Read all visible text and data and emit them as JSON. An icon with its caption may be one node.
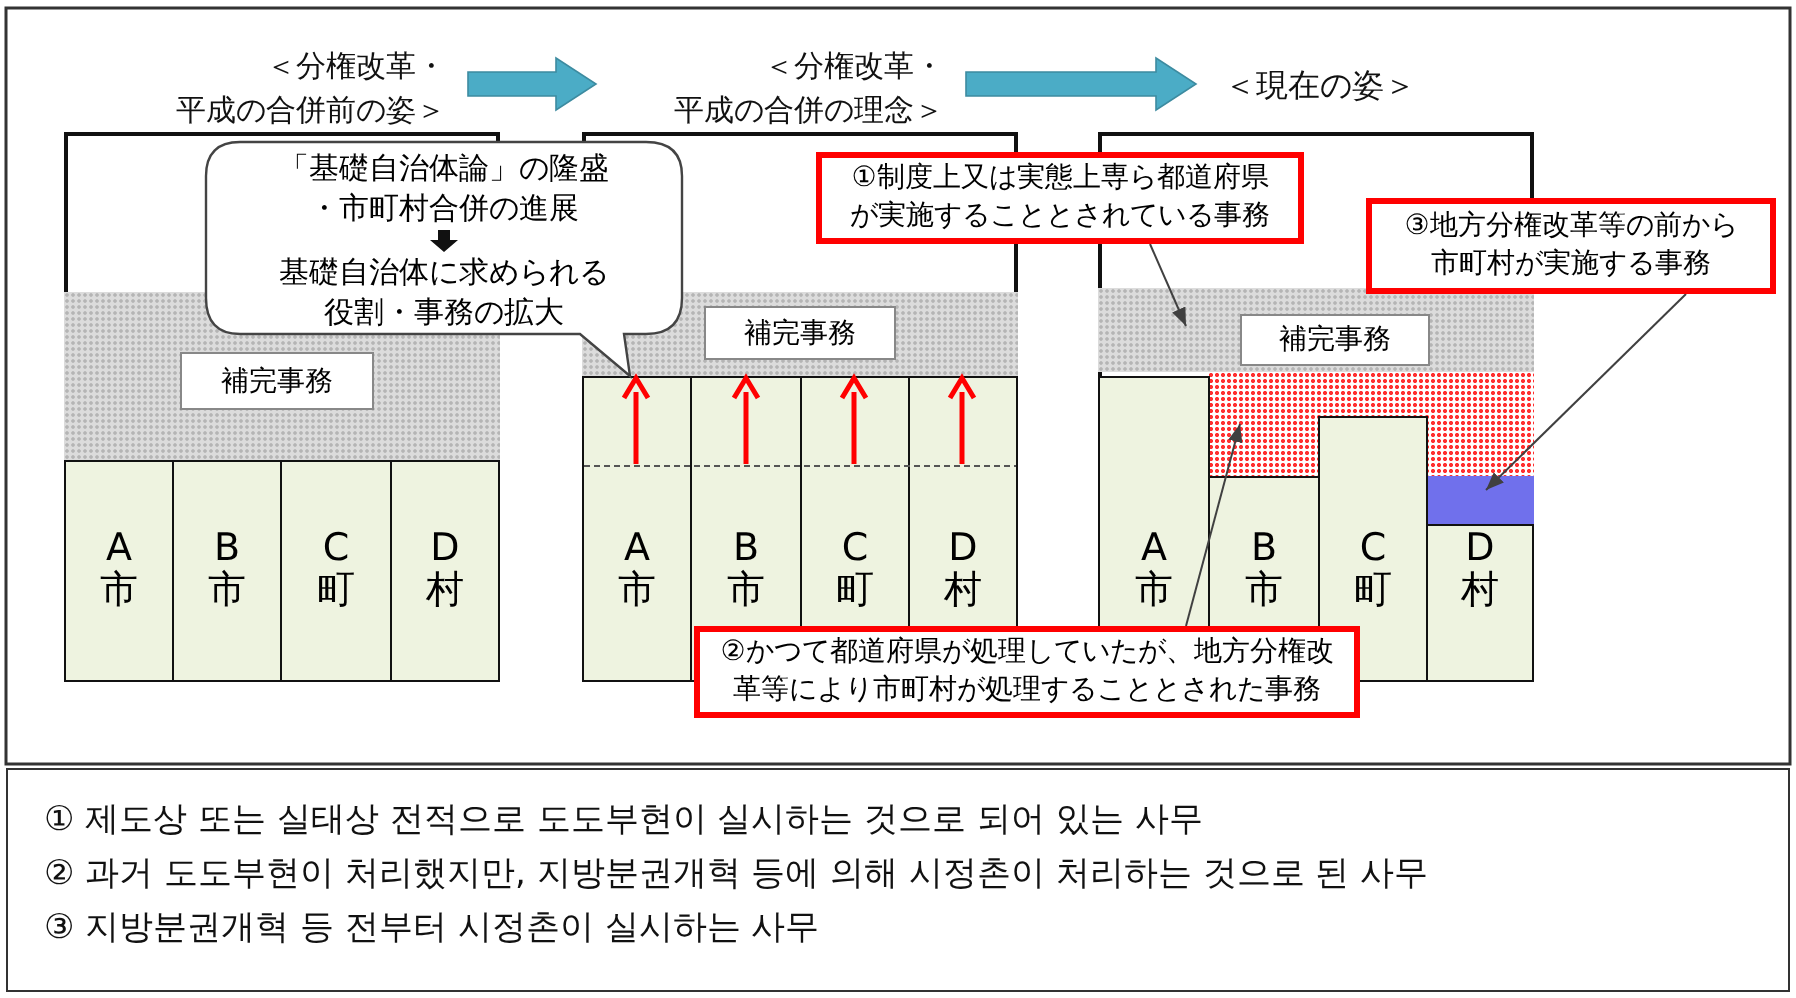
{
  "diagram": {
    "nodes": [
      {
        "text": [
          "＜分権改革・平成の合併前の姿＞"
        ]
      },
      {
        "text": [
          "＜分権改革・平成の合併の理念＞"
        ]
      },
      {
        "text": [
          "＜現在の姿＞"
        ]
      },
      {
        "text": [
          "「基礎自治体論」の隆盛・市町村合併の進展",
          "基礎自治体に求められる役割・事務の拡大"
        ]
      },
      {
        "text": [],
        "shape": "box"
      },
      {
        "text": [],
        "shape": "band",
        "in": 4
      },
      {
        "text": [
          "補完事務"
        ],
        "in": 5
      },
      {
        "text": [
          "A市"
        ],
        "in": 4
      },
      {
        "text": [
          "B市"
        ],
        "in": 4
      },
      {
        "text": [
          "C町"
        ],
        "in": 4
      },
      {
        "text": [
          "D村"
        ],
        "in": 4
      },
      {
        "text": [],
        "shape": "box"
      },
      {
        "text": [],
        "shape": "band",
        "in": 11
      },
      {
        "text": [
          "補完事務"
        ],
        "in": 12
      },
      {
        "text": [
          "A市"
        ],
        "in": 11
      },
      {
        "text": [
          "B市"
        ],
        "in": 11
      },
      {
        "text": [
          "C町"
        ],
        "in": 11
      },
      {
        "text": [
          "D村"
        ],
        "in": 11
      },
      {
        "text": [
          "①制度上又は実態上専ら都道府県が実施することとされている事務"
        ]
      },
      {
        "text": [],
        "shape": "box"
      },
      {
        "text": [],
        "shape": "band",
        "in": 19
      },
      {
        "text": [],
        "shape": "band",
        "in": 19
      },
      {
        "text": [],
        "shape": "band",
        "in": 19
      },
      {
        "text": [
          "補完事務"
        ],
        "in": 20
      },
      {
        "text": [
          "A市"
        ],
        "in": 19
      },
      {
        "text": [
          "B市"
        ],
        "in": 19
      },
      {
        "text": [
          "C町"
        ],
        "in": 19
      },
      {
        "text": [
          "D村"
        ],
        "in": 19
      },
      {
        "text": [
          "③地方分権改革等の前から市町村が実施する事務"
        ]
      },
      {
        "text": [
          "②かつて都道府県が処理していたが、地方分権改革等により市町村が処理することとされた事務"
        ]
      }
    ],
    "edges": [
      {
        "from": 0,
        "to": 1,
        "arrow": "to",
        "style": "thick",
        "color": "#4bacc6"
      },
      {
        "from": 1,
        "to": 2,
        "arrow": "to",
        "style": "thick",
        "color": "#4bacc6"
      },
      {
        "from": 18,
        "to": 20,
        "arrow": "to"
      },
      {
        "from": 29,
        "to": 21,
        "arrow": "to"
      },
      {
        "from": 28,
        "to": 22,
        "arrow": "to"
      }
    ],
    "labels": [
      "① 제도상 또는 실태상 전적으로 도도부현이 실시하는 것으로 되어 있는 사무",
      "② 과거 도도부현이 처리했지만, 지방분권개혁 등에 의해 시정촌이 처리하는 것으로 된 사무",
      "③ 지방분권개혁 등 전부터 시정촌이 실시하는 사무"
    ]
  }
}
